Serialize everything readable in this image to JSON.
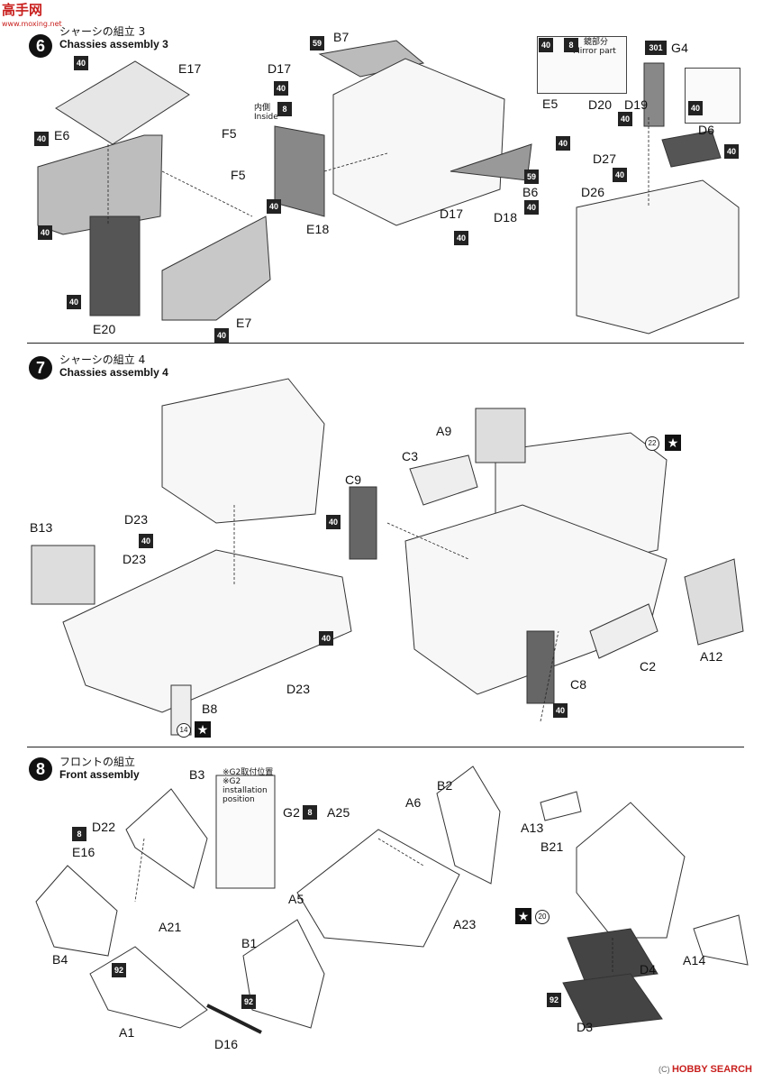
{
  "watermark": {
    "site": "高手网",
    "url": "www.moxing.net"
  },
  "step6": {
    "num": "6",
    "title_jp": "シャーシの組立 3",
    "title_en": "Chassies assembly 3"
  },
  "step7": {
    "num": "7",
    "title_jp": "シャーシの組立 4",
    "title_en": "Chassies assembly 4"
  },
  "step8": {
    "num": "8",
    "title_jp": "フロントの組立",
    "title_en": "Front assembly"
  },
  "labels6": {
    "E17": "E17",
    "E6": "E6",
    "E20": "E20",
    "E7": "E7",
    "B7": "B7",
    "D17a": "D17",
    "D17b": "D17",
    "F5a": "F5",
    "F5b": "F5",
    "E18": "E18",
    "B6": "B6",
    "D18": "D18",
    "E5": "E5",
    "D20": "D20",
    "D19": "D19",
    "G4": "G4",
    "D6": "D6",
    "D27": "D27",
    "D26": "D26",
    "inside_jp": "内側",
    "inside_en": "Inside",
    "mirror_jp": "鏡部分",
    "mirror_en": "Mirror part"
  },
  "labels7": {
    "D23a": "D23",
    "D23b": "D23",
    "D23c": "D23",
    "B13": "B13",
    "B8": "B8",
    "C9": "C9",
    "C3": "C3",
    "A9": "A9",
    "C2": "C2",
    "C8": "C8",
    "A12": "A12"
  },
  "labels8": {
    "B3": "B3",
    "D22": "D22",
    "E16": "E16",
    "B4": "B4",
    "A21": "A21",
    "A1": "A1",
    "D16": "D16",
    "G2": "G2",
    "A25": "A25",
    "A5": "A5",
    "B1": "B1",
    "A6": "A6",
    "B2": "B2",
    "A23": "A23",
    "A13": "A13",
    "B21": "B21",
    "A14": "A14",
    "D4": "D4",
    "D3": "D3",
    "note_jp": "※G2取付位置",
    "note_en": "※G2 installation position"
  },
  "badges": {
    "c40": "40",
    "c59": "59",
    "c8": "8",
    "c301": "301",
    "c92": "92",
    "n14": "14",
    "n20": "20",
    "n22": "22"
  },
  "star": "★",
  "footer": {
    "brand": "HOBBY SEARCH",
    "copyright": "(C)"
  }
}
